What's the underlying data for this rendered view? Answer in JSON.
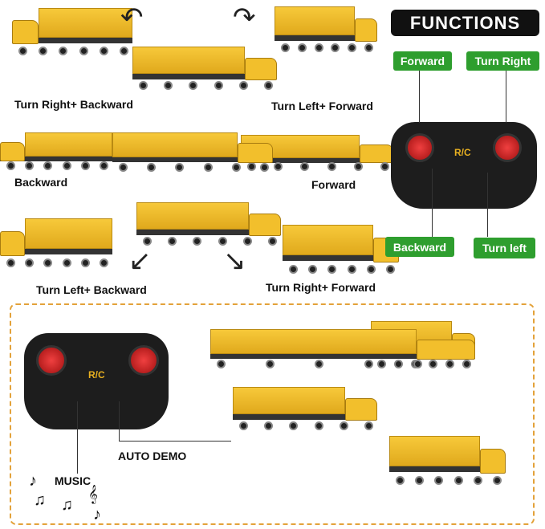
{
  "title": "FUNCTIONS",
  "controls": {
    "forward": "Forward",
    "turn_right": "Turn Right",
    "backward": "Backward",
    "turn_left": "Turn left"
  },
  "moves": {
    "turn_right_backward": "Turn Right+ Backward",
    "turn_left_forward": "Turn Left+ Forward",
    "backward": "Backward",
    "forward": "Forward",
    "turn_left_backward": "Turn Left+ Backward",
    "turn_right_forward": "Turn Right+ Forward"
  },
  "demo": {
    "auto_demo": "AUTO DEMO",
    "music": "MUSIC"
  },
  "remote_logo": "R/C",
  "colors": {
    "label_green": "#2e9e2e",
    "truck_yellow": "#f2bf2c",
    "dashed_border": "#e3a23a"
  }
}
